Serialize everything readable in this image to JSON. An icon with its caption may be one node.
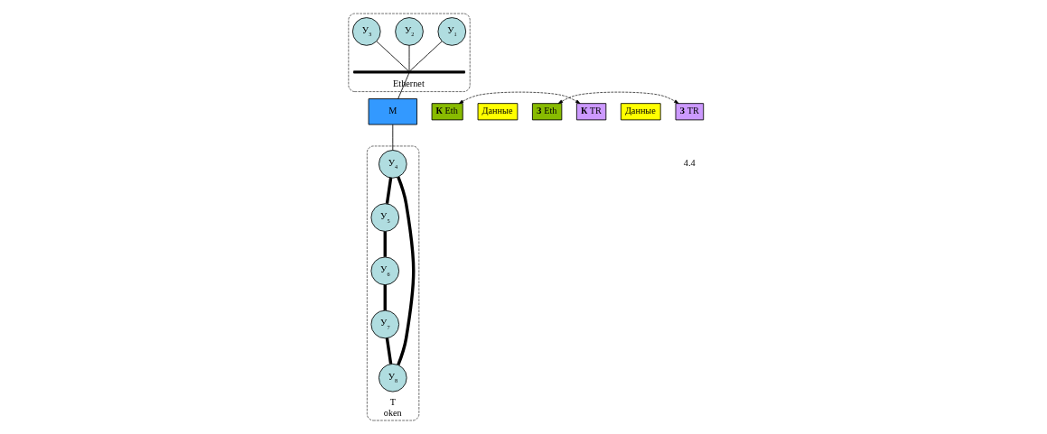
{
  "diagram": {
    "nodes": [
      {
        "text": [
          "Ethernet"
        ]
      },
      {
        "text": [
          "У$_{1}$"
        ],
        "in": 0
      },
      {
        "text": [
          "У$_{2}$"
        ],
        "in": 0
      },
      {
        "text": [
          "У$_{3}$"
        ],
        "in": 0
      },
      {
        "text": [],
        "shape": "bar",
        "in": 0
      },
      {
        "text": [
          "M"
        ]
      },
      {
        "text": [
          "T",
          "oken"
        ]
      },
      {
        "text": [
          "У$_{4}$"
        ],
        "in": 6
      },
      {
        "text": [
          "У$_{5}$"
        ],
        "in": 6
      },
      {
        "text": [
          "У$_{6}$"
        ],
        "in": 6
      },
      {
        "text": [
          "У$_{7}$"
        ],
        "in": 6
      },
      {
        "text": [
          "У$_{8}$"
        ],
        "in": 6
      },
      {
        "text": [
          "**К** Eth"
        ]
      },
      {
        "text": [
          "Данные"
        ]
      },
      {
        "text": [
          "**З** Eth"
        ]
      },
      {
        "text": [
          "**К** TR"
        ]
      },
      {
        "text": [
          "Данные"
        ]
      },
      {
        "text": [
          "**З** TR"
        ]
      }
    ],
    "edges": [
      {
        "from": 1,
        "to": 4,
        "arrow": "none"
      },
      {
        "from": 2,
        "to": 4,
        "arrow": "none"
      },
      {
        "from": 3,
        "to": 4,
        "arrow": "none"
      },
      {
        "from": 4,
        "to": 5,
        "arrow": "none"
      },
      {
        "from": 5,
        "to": 7,
        "arrow": "none"
      },
      {
        "from": 7,
        "to": 8,
        "arrow": "none",
        "style": "thick"
      },
      {
        "from": 8,
        "to": 9,
        "arrow": "none",
        "style": "thick"
      },
      {
        "from": 9,
        "to": 10,
        "arrow": "none",
        "style": "thick"
      },
      {
        "from": 10,
        "to": 11,
        "arrow": "none",
        "style": "thick"
      },
      {
        "from": 11,
        "to": 7,
        "arrow": "none",
        "style": "thick"
      },
      {
        "from": 12,
        "to": 15,
        "arrow": "both",
        "style": "dashed"
      },
      {
        "from": 14,
        "to": 17,
        "arrow": "both",
        "style": "dashed"
      }
    ],
    "labels": [
      "4.4"
    ]
  }
}
